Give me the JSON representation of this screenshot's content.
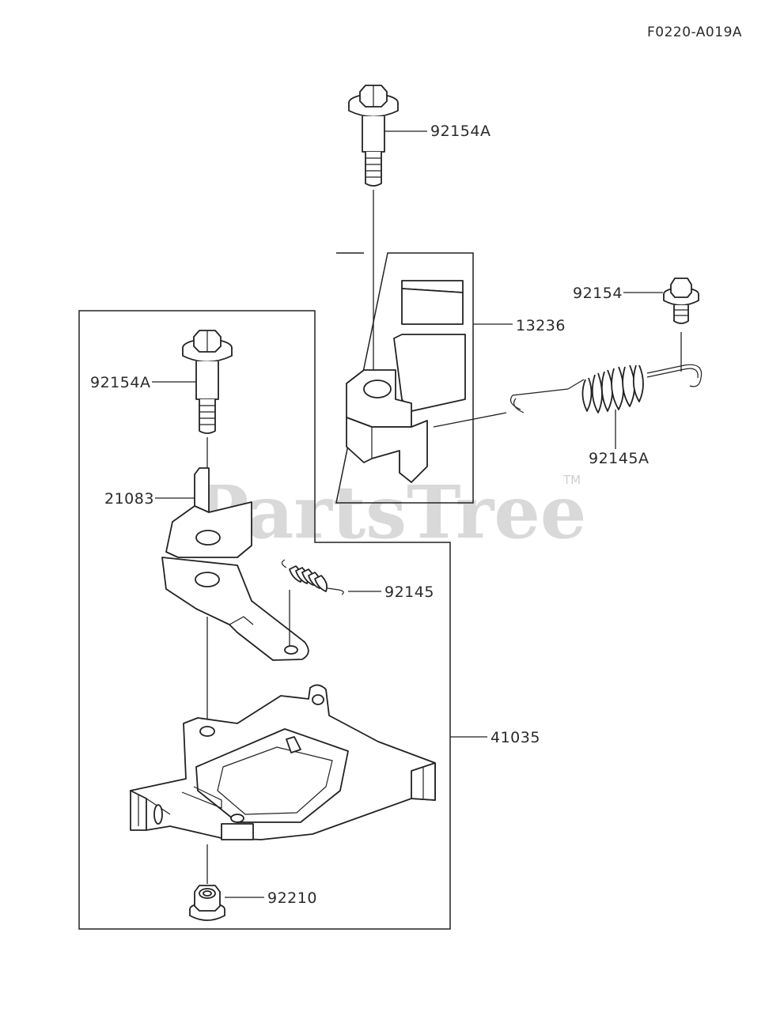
{
  "diagram_code": "F0220-A019A",
  "watermark": {
    "text": "PartsTree",
    "trademark": "TM"
  },
  "callouts": {
    "bolt_top": "92154A",
    "bolt_left": "92154A",
    "bolt_right": "92154",
    "bracket_assy": "13236",
    "spring_long": "92145A",
    "lever": "21083",
    "spring_short": "92145",
    "plate": "41035",
    "nut": "92210"
  }
}
